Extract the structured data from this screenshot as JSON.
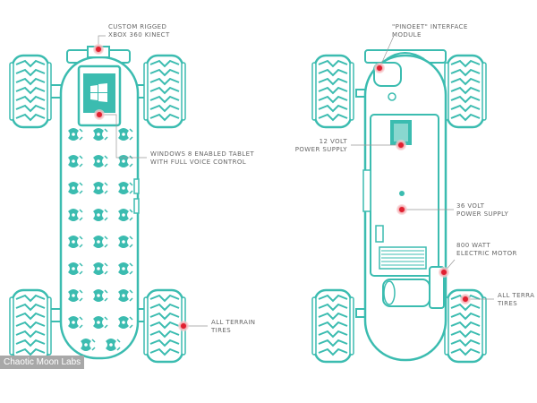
{
  "colors": {
    "teal": "#3bbcb0",
    "marker": "#e02030",
    "label": "#666666",
    "watermark_bg": "#a8a8a8"
  },
  "labels": {
    "kinect_1": "CUSTOM RIGGED",
    "kinect_2": "XBOX 360 KINECT",
    "tablet_1": "WINDOWS 8 ENABLED TABLET",
    "tablet_2": "WITH FULL VOICE CONTROL",
    "tires_left_1": "ALL TERRAIN",
    "tires_left_2": "TIRES",
    "pinoeet_1": "\"PINOEET\" INTERFACE",
    "pinoeet_2": "MODULE",
    "volt12_1": "12 VOLT",
    "volt12_2": "POWER SUPPLY",
    "volt36_1": "36 VOLT",
    "volt36_2": "POWER SUPPLY",
    "motor_1": "800 WATT",
    "motor_2": "ELECTRIC MOTOR",
    "tires_right_1": "ALL TERRA",
    "tires_right_2": "TIRES"
  },
  "watermark": "Chaotic Moon Labs",
  "icons": {
    "logo": "windows-logo-icon",
    "marker": "red-dot-marker"
  }
}
